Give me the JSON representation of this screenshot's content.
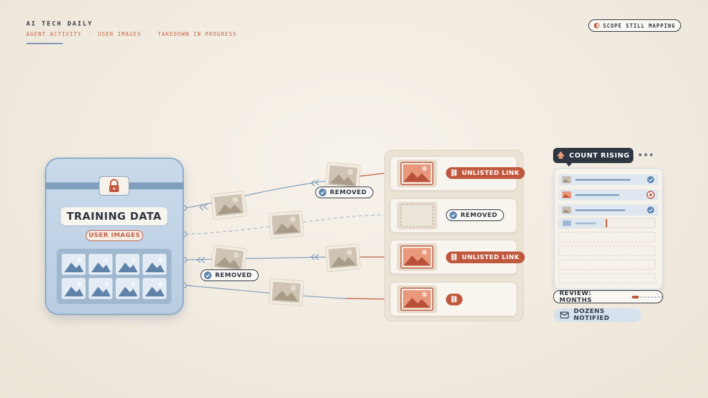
{
  "header": {
    "brand": "AI TECH DAILY",
    "subtitle_parts": [
      "AGENT ACTIVITY",
      "USER IMAGES",
      "TAKEDOWN IN PROGRESS"
    ],
    "scope_badge": "SCOPE STILL MAPPING"
  },
  "training": {
    "title": "TRAINING DATA",
    "tag": "USER IMAGES",
    "thumbnail_count": 8
  },
  "flow_badges": {
    "removed_top": "REMOVED",
    "removed_bottom": "REMOVED"
  },
  "cards": [
    {
      "status": "UNLISTED LINK",
      "kind": "link"
    },
    {
      "status": "REMOVED",
      "kind": "removed"
    },
    {
      "status": "UNLISTED LINK",
      "kind": "link"
    },
    {
      "status": "",
      "kind": "link-icon"
    }
  ],
  "tracker": {
    "count_label": "COUNT RISING",
    "review_label": "REVIEW: MONTHS",
    "notified_label": "DOZENS NOTIFIED"
  },
  "colors": {
    "accent_red": "#c0583e",
    "accent_blue": "#7f9fbd",
    "dark": "#2e3642"
  }
}
